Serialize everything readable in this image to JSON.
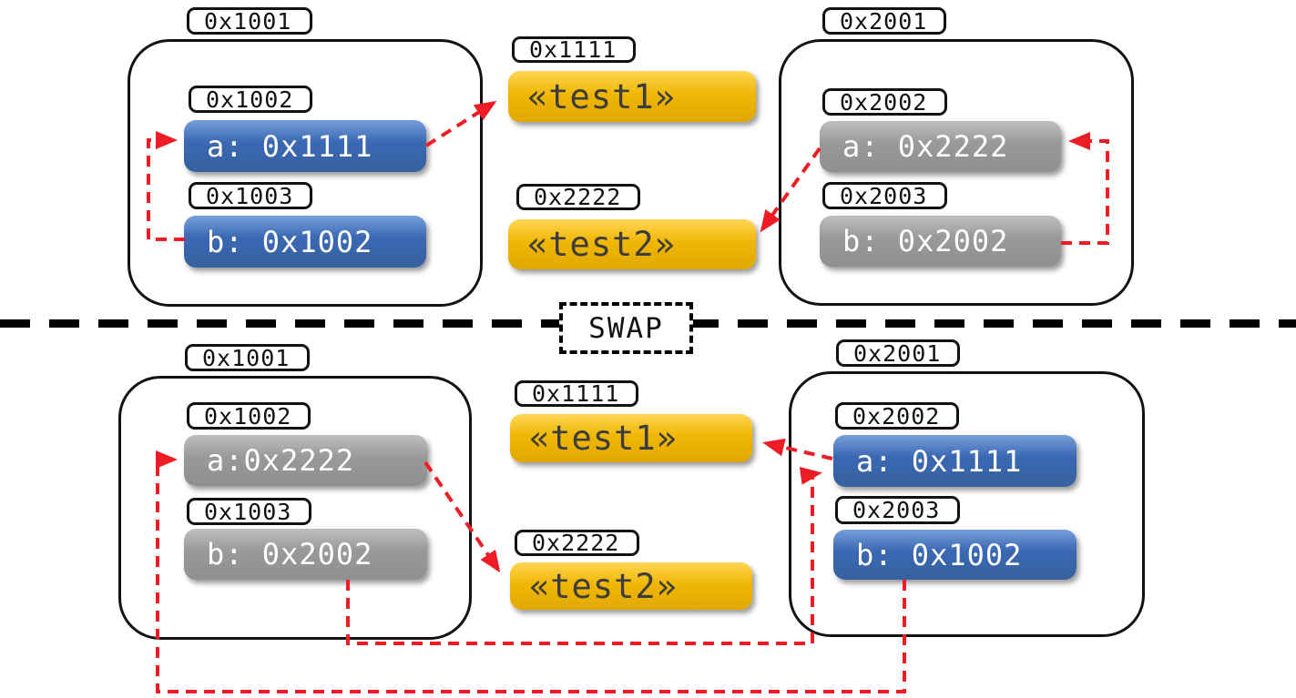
{
  "swap_label": "SWAP",
  "colors": {
    "pointer_blue": "#3b68b3",
    "pointer_blue_light": "#76a0da",
    "swapped_gray": "#9a9a9a",
    "swapped_gray_light": "#bfbfbf",
    "data_yellow": "#f1b705",
    "data_yellow_light": "#ffd655",
    "arrow_red": "#ee1c25",
    "outline_black": "#121212"
  },
  "top": {
    "left_frame": {
      "address": "0x1001",
      "slots": [
        {
          "address": "0x1002",
          "value": "a: 0x1111"
        },
        {
          "address": "0x1003",
          "value": "b: 0x1002"
        }
      ]
    },
    "heap": [
      {
        "address": "0x1111",
        "value": "«test1»"
      },
      {
        "address": "0x2222",
        "value": "«test2»"
      }
    ],
    "right_frame": {
      "address": "0x2001",
      "slots": [
        {
          "address": "0x2002",
          "value": "a: 0x2222"
        },
        {
          "address": "0x2003",
          "value": "b: 0x2002"
        }
      ]
    },
    "pointers": [
      {
        "from": "0x1002",
        "to": "0x1111"
      },
      {
        "from": "0x1003",
        "to": "0x1002"
      },
      {
        "from": "0x2002",
        "to": "0x2222"
      },
      {
        "from": "0x2003",
        "to": "0x2002"
      }
    ]
  },
  "bottom": {
    "left_frame": {
      "address": "0x1001",
      "slots": [
        {
          "address": "0x1002",
          "value": "a:0x2222"
        },
        {
          "address": "0x1003",
          "value": "b: 0x2002"
        }
      ]
    },
    "heap": [
      {
        "address": "0x1111",
        "value": "«test1»"
      },
      {
        "address": "0x2222",
        "value": "«test2»"
      }
    ],
    "right_frame": {
      "address": "0x2001",
      "slots": [
        {
          "address": "0x2002",
          "value": "a: 0x1111"
        },
        {
          "address": "0x2003",
          "value": "b: 0x1002"
        }
      ]
    },
    "pointers": [
      {
        "from": "0x1002",
        "to": "0x2222"
      },
      {
        "from": "0x1003",
        "to": "0x2002"
      },
      {
        "from": "0x2002",
        "to": "0x1111"
      },
      {
        "from": "0x2003",
        "to": "0x1002"
      }
    ]
  }
}
